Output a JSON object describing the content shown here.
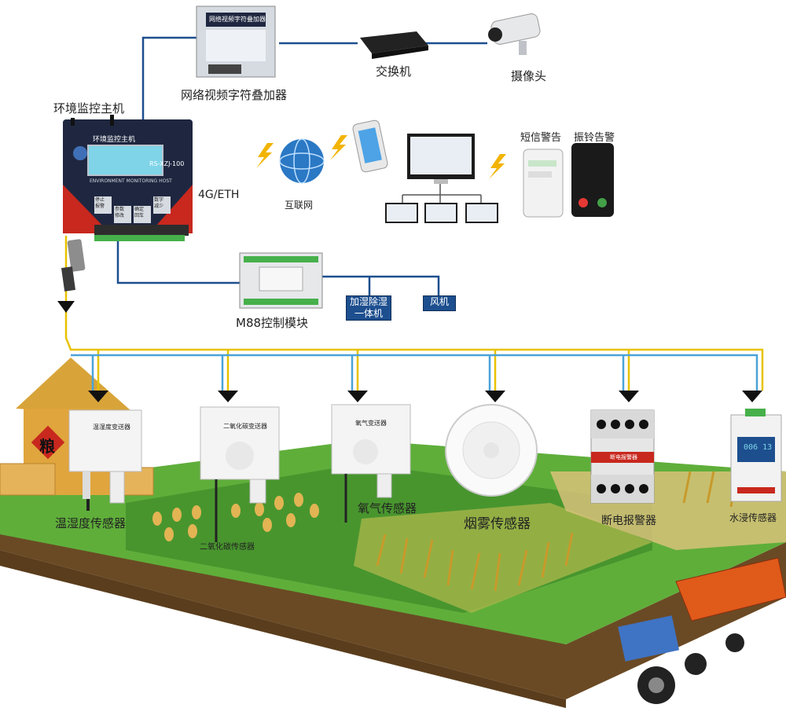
{
  "host": {
    "label": "环境监控主机",
    "panel_title": "环境监控主机",
    "model": "RS-XZJ-100",
    "english": "ENVIRONMENT MONITORING HOST",
    "btn1": "停止\n报警",
    "btn2": "参数\n修改",
    "btn3": "确定\n回车",
    "btn4": "数字\n减少"
  },
  "osd": {
    "label": "网络视频字符叠加器",
    "device_text": "网络视频字符叠加器"
  },
  "switch": {
    "label": "交换机"
  },
  "camera": {
    "label": "摄像头"
  },
  "link": {
    "label": "4G/ETH"
  },
  "internet": {
    "label": "互联网"
  },
  "sms": {
    "label": "短信警告"
  },
  "ring": {
    "label": "振铃告警"
  },
  "m88": {
    "label": "M88控制模块"
  },
  "actuators": {
    "humidifier": "加湿除湿\n一体机",
    "fan": "风机"
  },
  "sensors": {
    "temp_humidity": {
      "label": "温湿度传感器",
      "device_text": "温湿度变送器"
    },
    "co2": {
      "label": "二氧化碳传感器",
      "device_text": "二氧化碳变送器"
    },
    "oxygen": {
      "label": "氧气传感器",
      "device_text": "氧气变送器"
    },
    "smoke": {
      "label": "烟雾传感器"
    },
    "power_fail": {
      "label": "断电报警器",
      "device_text": "断电报警器"
    },
    "water": {
      "label": "水浸传感器",
      "display": "006 13"
    }
  },
  "grain_char": "粮",
  "colors": {
    "host_body": "#1f2740",
    "host_red": "#c8281e",
    "lcd": "#7fd4e8",
    "grass": "#5fae3a",
    "grass_dark": "#3f8a2a",
    "soil": "#6a4a24",
    "wire_yellow": "#e8c200",
    "wire_blue": "#4aa3d8",
    "control_blue": "#1d4f8f",
    "lightning": "#f2b400"
  }
}
